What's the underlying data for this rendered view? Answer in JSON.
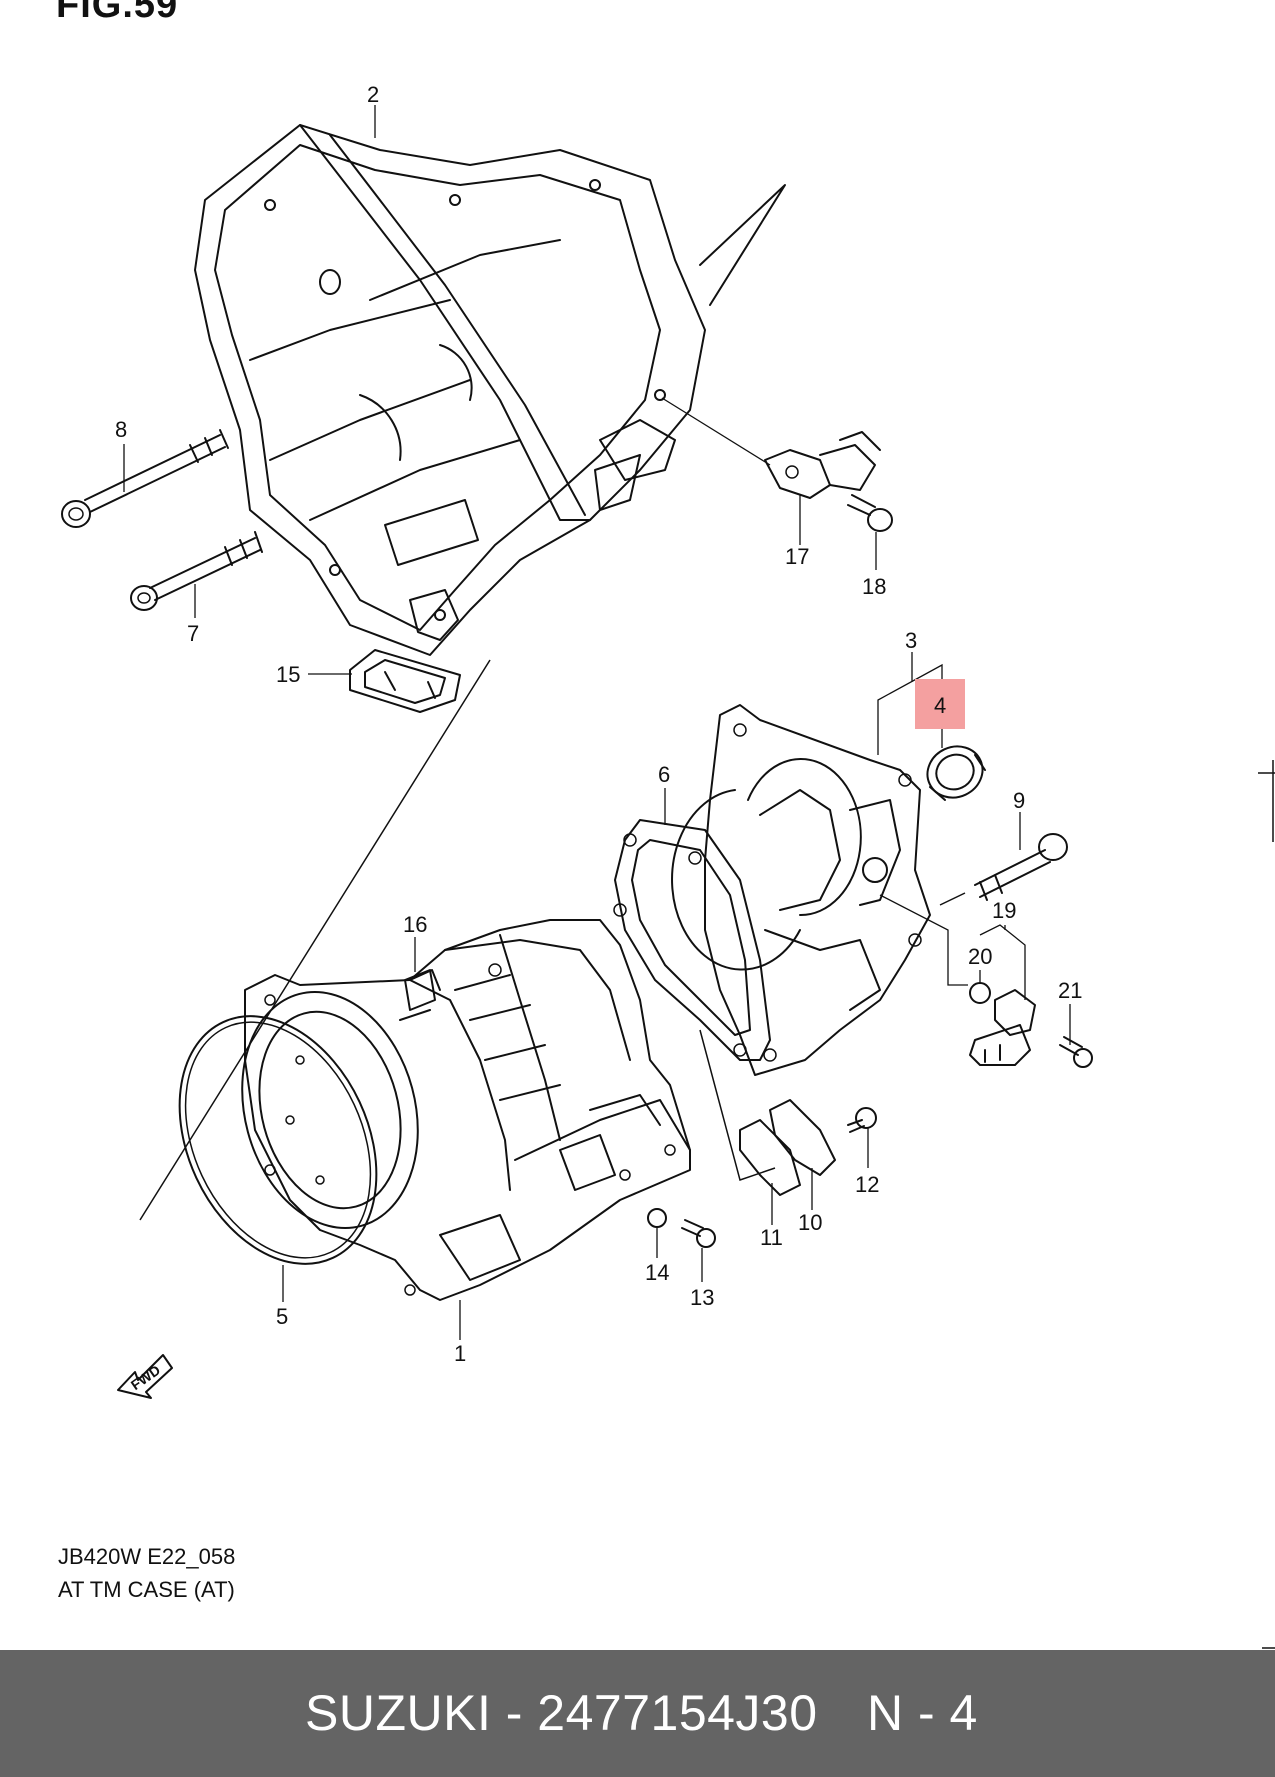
{
  "figure": {
    "title": "FIG.59",
    "model_code": "JB420W E22_058",
    "caption": "AT TM CASE (AT)"
  },
  "highlight": {
    "part_number": "4",
    "color": "#f4a0a0"
  },
  "callouts": {
    "c1": "1",
    "c2": "2",
    "c3": "3",
    "c4": "4",
    "c5": "5",
    "c6": "6",
    "c7": "7",
    "c8": "8",
    "c9": "9",
    "c10": "10",
    "c11": "11",
    "c12": "12",
    "c13": "13",
    "c14": "14",
    "c15": "15",
    "c16": "16",
    "c17": "17",
    "c18": "18",
    "c19": "19",
    "c20": "20",
    "c21": "21"
  },
  "direction_label": "FWD",
  "footer": {
    "part_info": "SUZUKI - 2477154J30",
    "position": "N - 4"
  }
}
